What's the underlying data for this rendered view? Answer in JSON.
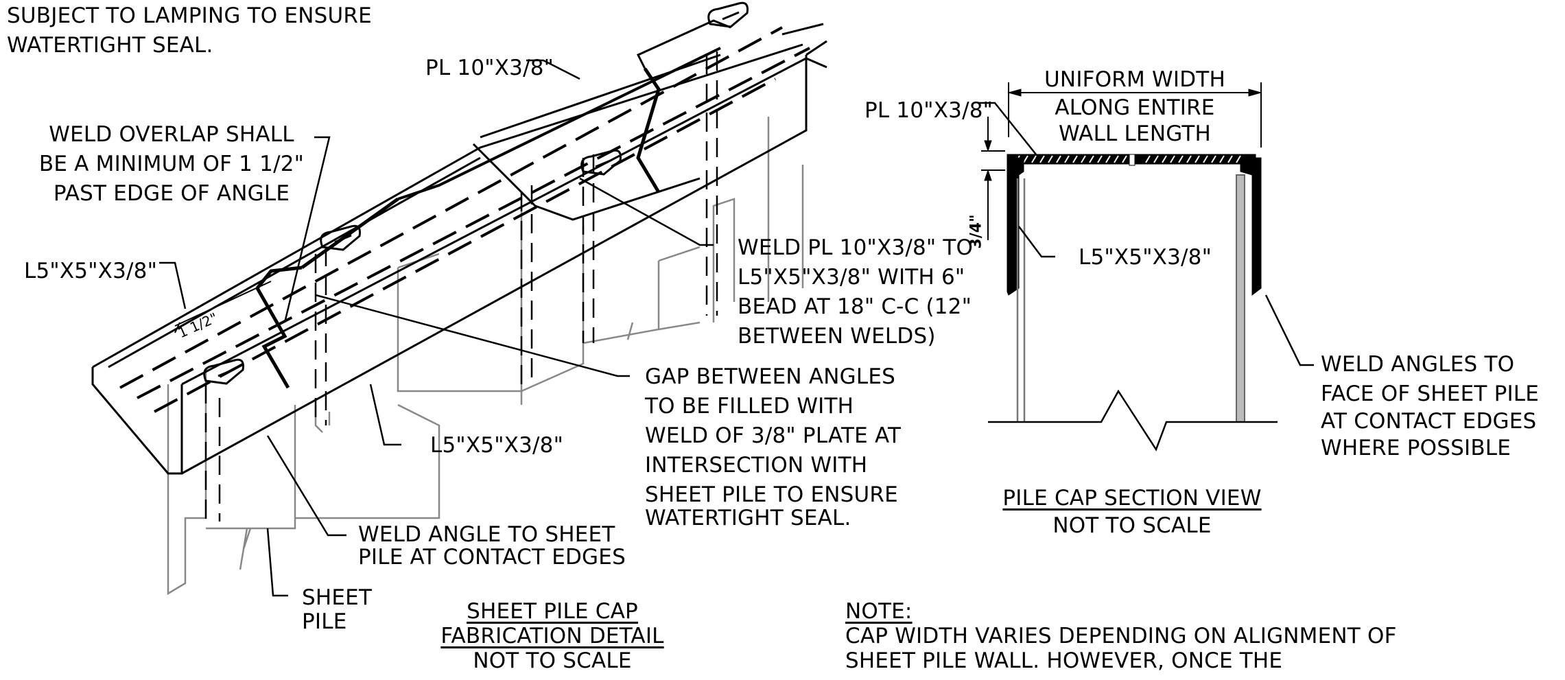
{
  "detail_left": {
    "note_top": [
      "SUBJECT TO LAMPING TO ENSURE",
      "WATERTIGHT SEAL."
    ],
    "pl_label": "PL 10\"X3/8\"",
    "weld_overlap": [
      "WELD OVERLAP SHALL",
      "BE A MINIMUM OF 1 1/2\"",
      "PAST EDGE OF ANGLE"
    ],
    "angle_label_left": "L5\"X5\"X3/8\"",
    "overlap_dim": "1 1/2\"",
    "weld_pl": [
      "WELD PL 10\"X3/8\" TO",
      "L5\"X5\"X3/8\" WITH 6\"",
      "BEAD AT 18\" C-C (12\"",
      "BETWEEN WELDS)"
    ],
    "gap_note": [
      "GAP BETWEEN ANGLES",
      "TO BE FILLED WITH",
      "WELD OF 3/8\" PLATE AT",
      "INTERSECTION WITH",
      "SHEET PILE TO ENSURE",
      "WATERTIGHT SEAL."
    ],
    "angle_label_bottom": "L5\"X5\"X3/8\"",
    "weld_angle": [
      "WELD ANGLE TO SHEET",
      "PILE AT CONTACT EDGES"
    ],
    "sheet_pile": [
      "SHEET",
      "PILE"
    ],
    "title": "SHEET PILE CAP",
    "title2": "FABRICATION DETAIL",
    "scale": "NOT TO SCALE"
  },
  "detail_right": {
    "pl_label": "PL 10\"X3/8\"",
    "uniform_width": [
      "UNIFORM WIDTH",
      "ALONG ENTIRE",
      "WALL LENGTH"
    ],
    "dim_vertical": "3/4\"",
    "angle_label": "L5\"X5\"X3/8\"",
    "weld_angles": [
      "WELD ANGLES TO",
      "FACE OF SHEET PILE",
      "AT CONTACT EDGES",
      "WHERE POSSIBLE"
    ],
    "title": "PILE CAP SECTION VIEW",
    "scale": "NOT TO SCALE"
  },
  "note": {
    "heading": "NOTE:",
    "lines": [
      "CAP WIDTH VARIES DEPENDING ON ALIGNMENT OF",
      "SHEET PILE WALL. HOWEVER, ONCE THE"
    ]
  }
}
